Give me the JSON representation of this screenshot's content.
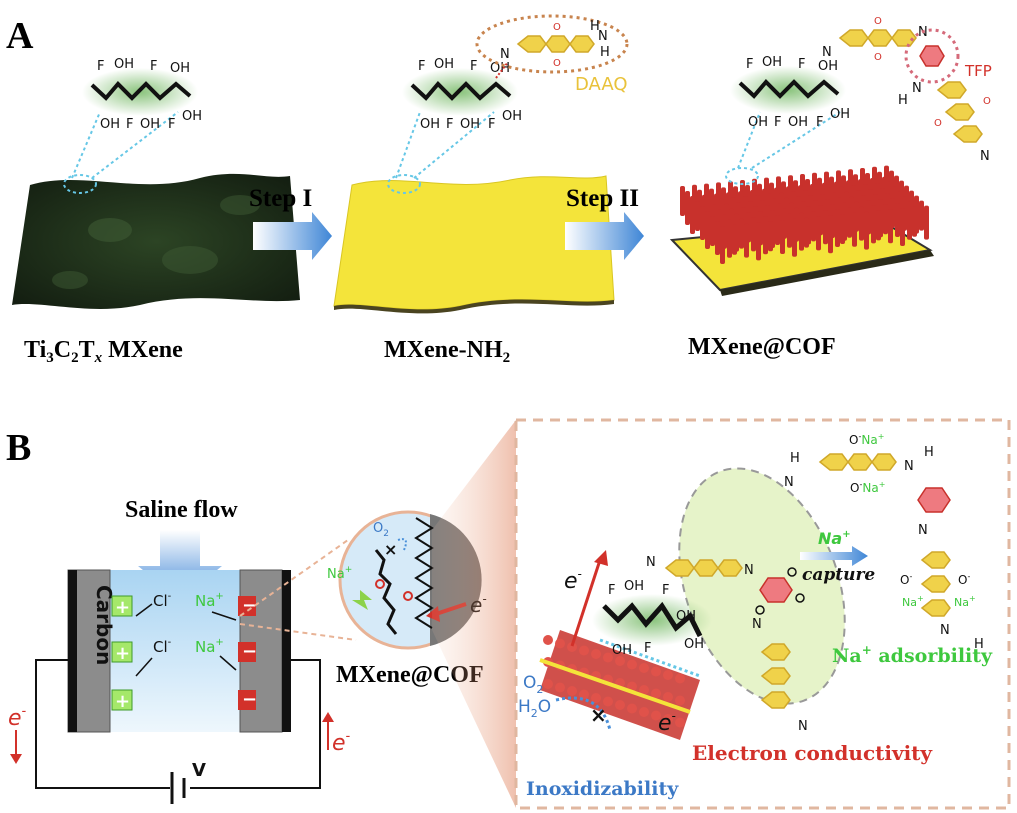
{
  "panel_a": {
    "letter": "A",
    "step1": "Step I",
    "step2": "Step II",
    "cap_ti": "Ti",
    "cap_ti_sub1": "3",
    "cap_c": "C",
    "cap_c_sub": "2",
    "cap_t": "T",
    "cap_x": "x",
    "cap_mxene": " MXene",
    "cap2_main": "MXene-NH",
    "cap2_sub": "2",
    "cap3": "MXene@COF",
    "daaq": "DAAQ",
    "tfp": "TFP"
  },
  "panel_b": {
    "letter": "B",
    "saline": "Saline flow",
    "carbon": "Carbon",
    "cl": "Cl",
    "na": "Na",
    "v": "V",
    "e": "e",
    "inset_label": "MXene@COF",
    "o2": "O",
    "na_capture": "Na",
    "capture": "capture",
    "na_ads": "Na",
    "adsorbility": " adsorbility",
    "conductivity": "Electron conductivity",
    "inoxid": "Inoxidizability",
    "h2o_h": "H",
    "h2o_o": "O"
  },
  "colors": {
    "mxene_dark": "#1c2a17",
    "yellow_sheet": "#f4e43a",
    "cof_red": "#c8312c",
    "arrow_blue": "#4a90d9",
    "dash_border": "#e0b7a0",
    "green_text": "#3ec83e",
    "red_text": "#d2312a",
    "blue_text": "#3c79c6",
    "daaq_yellow": "#e9c23a",
    "tfp_pink": "#e9707a"
  }
}
